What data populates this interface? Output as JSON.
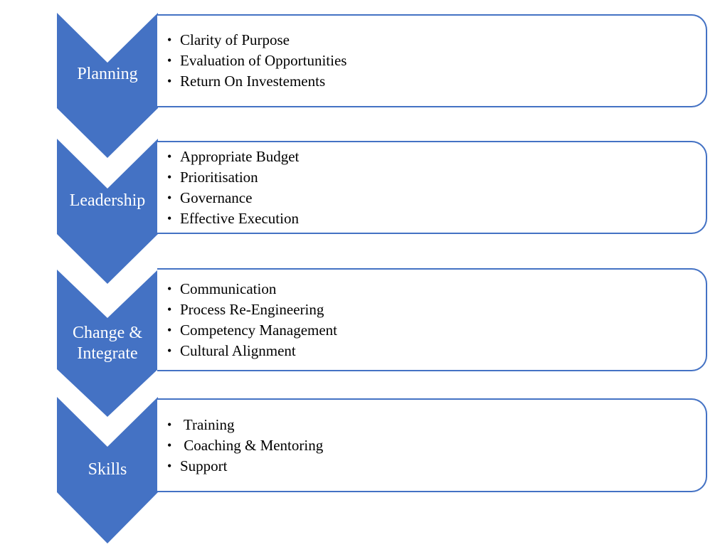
{
  "colors": {
    "accent": "#4472c4",
    "label_text": "#ffffff",
    "item_text": "#000000"
  },
  "stages": [
    {
      "label": "Planning",
      "items": [
        "Clarity of Purpose",
        "Evaluation of Opportunities",
        "Return On Investements"
      ]
    },
    {
      "label": "Leadership",
      "items": [
        "Appropriate Budget",
        "Prioritisation",
        "Governance",
        "Effective Execution"
      ]
    },
    {
      "label": "Change &\nIntegrate",
      "items": [
        "Communication",
        "Process Re-Engineering",
        "Competency Management",
        "Cultural Alignment"
      ]
    },
    {
      "label": "Skills",
      "items": [
        " Training",
        " Coaching & Mentoring",
        "Support"
      ]
    }
  ]
}
